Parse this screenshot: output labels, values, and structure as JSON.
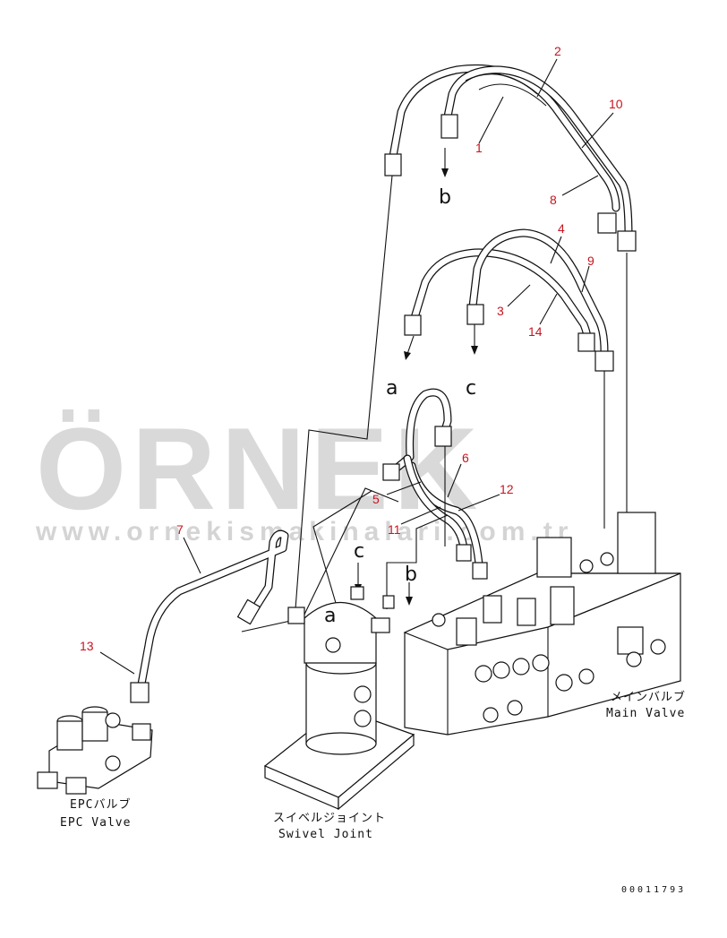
{
  "watermark": {
    "brand": "ÖRNEK",
    "url": "www.ornekismakinalari.com.tr"
  },
  "callouts": [
    "1",
    "2",
    "3",
    "4",
    "5",
    "6",
    "7",
    "8",
    "9",
    "10",
    "11",
    "12",
    "13",
    "14"
  ],
  "connection_letters": {
    "a_top": "a",
    "b_top": "b",
    "c_top": "c",
    "a_joint": "a",
    "b_joint": "b",
    "c_joint": "c"
  },
  "components": {
    "epc_valve_jp": "EPCバルブ",
    "epc_valve_en": "EPC Valve",
    "swivel_joint_jp": "スイベルジョイント",
    "swivel_joint_en": "Swivel Joint",
    "main_valve_jp": "メインバルブ",
    "main_valve_en": "Main Valve"
  },
  "document_number": "00011793",
  "colors": {
    "callout": "#c8141e",
    "line": "#111111",
    "watermark": "#d9d9d9",
    "watermark_accent": "#f0c040"
  }
}
